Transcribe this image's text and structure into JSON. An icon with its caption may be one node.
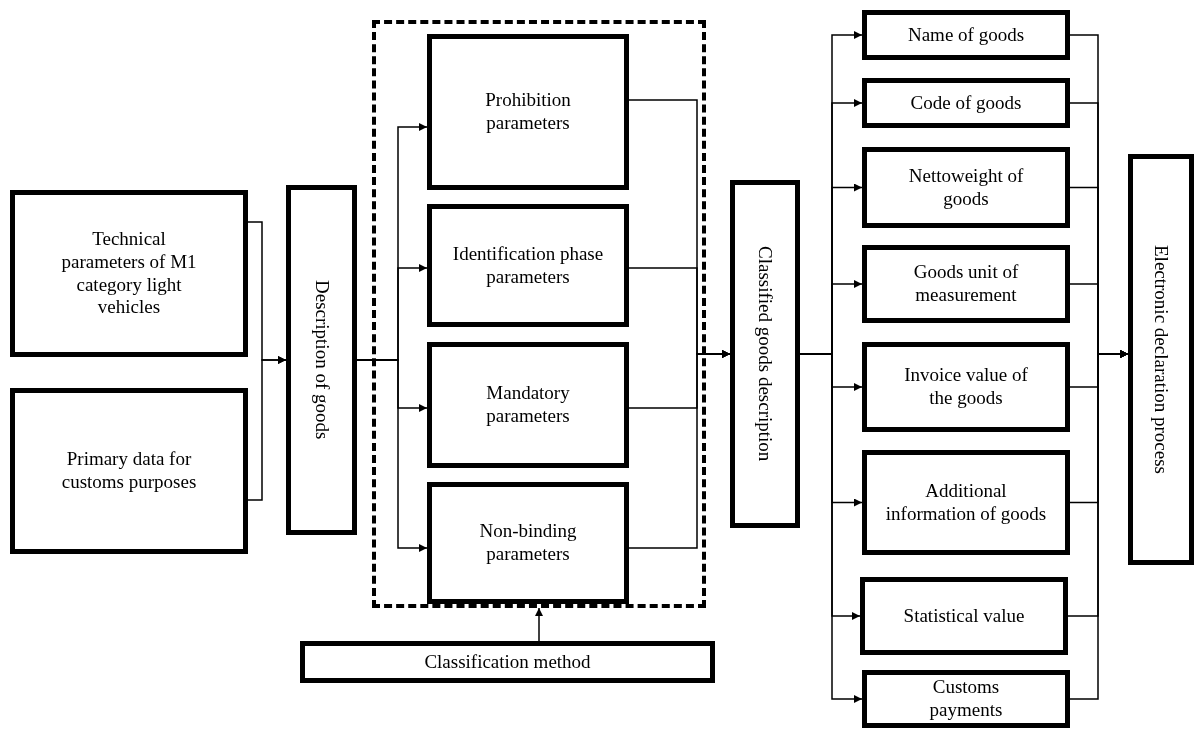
{
  "diagram": {
    "nodes": [
      {
        "text": [
          "Technical parameters of M1 category light vehicles"
        ]
      },
      {
        "text": [
          "Primary data for customs purposes"
        ]
      },
      {
        "text": [
          "Description of goods"
        ]
      },
      {
        "text": [],
        "shape": "box"
      },
      {
        "text": [
          "Prohibition parameters"
        ],
        "in": 3
      },
      {
        "text": [
          "Identification phase parameters"
        ],
        "in": 3
      },
      {
        "text": [
          "Mandatory parameters"
        ],
        "in": 3
      },
      {
        "text": [
          "Non-binding parameters"
        ],
        "in": 3
      },
      {
        "text": [
          "Classification method"
        ]
      },
      {
        "text": [
          "Classified goods description"
        ]
      },
      {
        "text": [
          "Name of goods"
        ]
      },
      {
        "text": [
          "Code of goods"
        ]
      },
      {
        "text": [
          "Nettoweight of goods"
        ]
      },
      {
        "text": [
          "Goods unit of measurement"
        ]
      },
      {
        "text": [
          "Invoice value of the goods"
        ]
      },
      {
        "text": [
          "Additional information of goods"
        ]
      },
      {
        "text": [
          "Statistical value"
        ]
      },
      {
        "text": [
          "Customs payments"
        ]
      },
      {
        "text": [
          "Electronic declaration process"
        ]
      }
    ],
    "edges": [
      {
        "from": 0,
        "to": 2,
        "arrow": "to"
      },
      {
        "from": 1,
        "to": 2,
        "arrow": "to"
      },
      {
        "from": 2,
        "to": 4,
        "arrow": "to"
      },
      {
        "from": 2,
        "to": 5,
        "arrow": "to"
      },
      {
        "from": 2,
        "to": 6,
        "arrow": "to"
      },
      {
        "from": 2,
        "to": 7,
        "arrow": "to"
      },
      {
        "from": 8,
        "to": 3,
        "arrow": "to"
      },
      {
        "from": 4,
        "to": 9,
        "arrow": "to"
      },
      {
        "from": 5,
        "to": 9,
        "arrow": "to"
      },
      {
        "from": 6,
        "to": 9,
        "arrow": "to"
      },
      {
        "from": 7,
        "to": 9,
        "arrow": "to"
      },
      {
        "from": 9,
        "to": 10,
        "arrow": "to"
      },
      {
        "from": 9,
        "to": 11,
        "arrow": "to"
      },
      {
        "from": 9,
        "to": 12,
        "arrow": "to"
      },
      {
        "from": 9,
        "to": 13,
        "arrow": "to"
      },
      {
        "from": 9,
        "to": 14,
        "arrow": "to"
      },
      {
        "from": 9,
        "to": 15,
        "arrow": "to"
      },
      {
        "from": 9,
        "to": 16,
        "arrow": "to"
      },
      {
        "from": 9,
        "to": 17,
        "arrow": "to"
      },
      {
        "from": 10,
        "to": 18,
        "arrow": "to"
      },
      {
        "from": 11,
        "to": 18,
        "arrow": "to"
      },
      {
        "from": 12,
        "to": 18,
        "arrow": "to"
      },
      {
        "from": 13,
        "to": 18,
        "arrow": "to"
      },
      {
        "from": 14,
        "to": 18,
        "arrow": "to"
      },
      {
        "from": 15,
        "to": 18,
        "arrow": "to"
      },
      {
        "from": 16,
        "to": 18,
        "arrow": "to"
      },
      {
        "from": 17,
        "to": 18,
        "arrow": "to"
      }
    ]
  }
}
